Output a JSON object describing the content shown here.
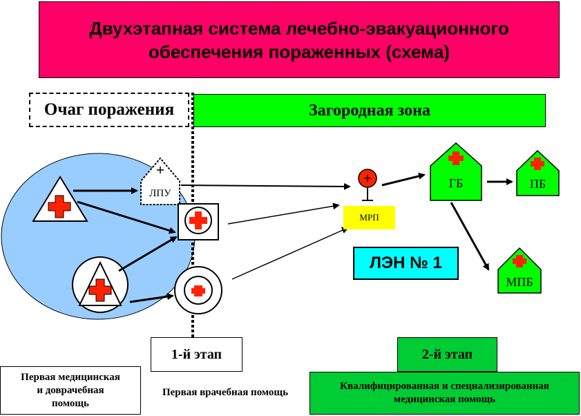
{
  "title": {
    "line1": "Двухэтапная система  лечебно-эвакуационного",
    "line2": "обеспечения пораженных (схема)"
  },
  "zones": {
    "focus": "Очаг поражения",
    "suburban": "Загородная зона"
  },
  "nodes": {
    "lpu": "ЛПУ",
    "mrp": "МРП",
    "gb": "ГБ",
    "pb": "ПБ",
    "mpb": "МПБ",
    "len": "ЛЭН № 1"
  },
  "stages": {
    "first": "1-й этап",
    "second": "2-й этап"
  },
  "care": {
    "first_aid_line1": "Первая медицинская",
    "first_aid_line2": "и  доврачебная",
    "first_aid_line3": "помощь",
    "physician": "Первая врачебная помощь",
    "qualified_line1": "Квалифицированная и специализированная",
    "qualified_line2": "медицинская помощь"
  },
  "colors": {
    "title_bg": "#ff0066",
    "zone_green": "#00ff00",
    "stage_green": "#00cc33",
    "focus_area": "#99ccff",
    "cross_red": "#ff2200",
    "mrp_yellow": "#ffff00",
    "len_cyan": "#00ffff"
  }
}
